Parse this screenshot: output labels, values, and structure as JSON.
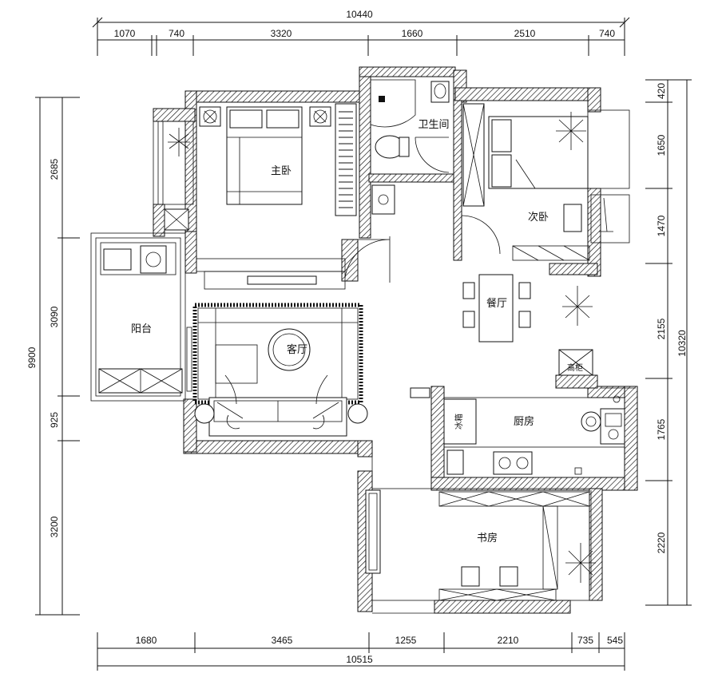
{
  "dimensions": {
    "top_total": "10440",
    "top": [
      "1070",
      "740",
      "3320",
      "1660",
      "2510",
      "740"
    ],
    "bottom_total": "10515",
    "bottom": [
      "1680",
      "3465",
      "1255",
      "2210",
      "735",
      "545"
    ],
    "left_total": "9900",
    "left": [
      "2685",
      "3090",
      "925",
      "3200"
    ],
    "right_total": "10320",
    "right": [
      "420",
      "1650",
      "1470",
      "2155",
      "1765",
      "2220"
    ]
  },
  "rooms": {
    "master_bedroom": "主卧",
    "bathroom": "卫生间",
    "second_bedroom": "次卧",
    "balcony": "阳台",
    "living_room": "客厅",
    "dining_room": "餐厅",
    "tall_cabinet": "高柜",
    "kitchen": "厨房",
    "fridge": "冰箱",
    "study": "书房"
  }
}
